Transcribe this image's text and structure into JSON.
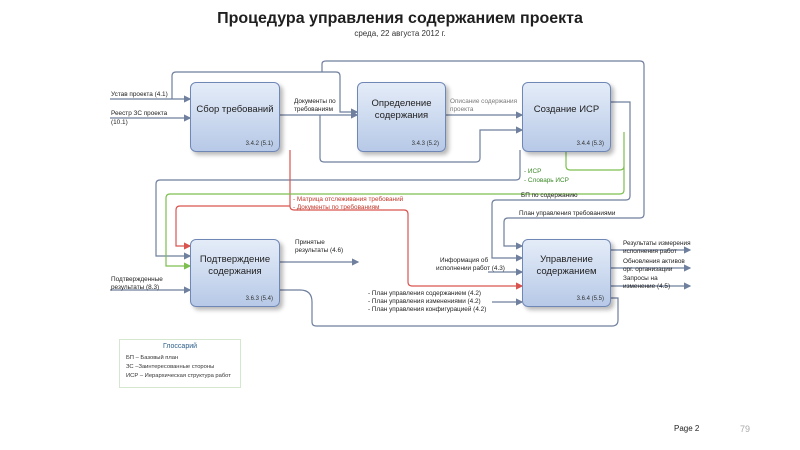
{
  "title": "Процедура управления содержанием проекта",
  "subtitle": "среда, 22 августа 2012 г.",
  "boxes": {
    "b1": {
      "label": "Сбор требований",
      "code": "3.4.2 (5.1)"
    },
    "b2": {
      "label": "Определение содержания",
      "code": "3.4.3 (5.2)"
    },
    "b3": {
      "label": "Создание ИСР",
      "code": "3.4.4 (5.3)"
    },
    "b4": {
      "label": "Подтверждение содержания",
      "code": "3.6.3 (5.4)"
    },
    "b5": {
      "label": "Управление содержанием",
      "code": "3.6.4 (5.5)"
    }
  },
  "labels": {
    "ustav": "Устав проекта (4.1)",
    "reestr1": "Реестр ЗС проекта",
    "reestr2": "(10.1)",
    "docs1": "Документы по",
    "docs2": "требованиям",
    "opis1": "Описание содержания",
    "opis2": "проекта",
    "isr": "- ИСР",
    "slovar": "- Словарь ИСР",
    "matrix": "- Матрица отслеживания требований",
    "docsreq": "- Документы по требованиям",
    "bp": "БП по содержанию",
    "plantreb": "План управления требованиями",
    "prin1": "Принятые",
    "prin2": "результаты (4.6)",
    "podtv1": "Подтвержденные",
    "podtv2": "результаты (8.3)",
    "info1": "Информация об",
    "info2": "исполнении работ (4.3)",
    "plan1": "- План управления содержанием (4.2)",
    "plan2": "- План управления изменениями (4.2)",
    "plan3": "- План управления конфигурацией (4.2)",
    "rez1": "Результаты измерения",
    "rez2": "исполнения работ",
    "obn1": "Обновления активов",
    "obn2": "орг. организации",
    "zap1": "Запросы на",
    "zap2": "изменение (4.5)"
  },
  "glossary": {
    "title": "Глоссарий",
    "items": [
      "БП – Базовый план",
      "ЗС –Заинтересованные стороны",
      "ИСР – Иерархическая структура работ"
    ]
  },
  "page": "Page 2",
  "slide": "79",
  "colors": {
    "flow": "#6f7f9e",
    "red": "#d9534f",
    "green": "#7dbf4f"
  }
}
